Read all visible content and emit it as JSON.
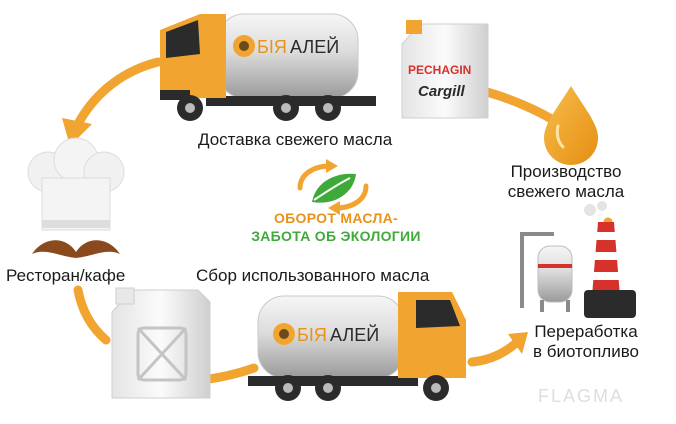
{
  "nodes": {
    "delivery": "Доставка свежего масла",
    "production_line1": "Производство",
    "production_line2": "свежего масла",
    "restaurant": "Ресторан/кафе",
    "collection": "Сбор использованного масла",
    "processing_line1": "Переработка",
    "processing_line2": "в биотопливо"
  },
  "center": {
    "line1": "ОБОРОТ МАСЛА-",
    "line2": "ЗАБОТА ОБ ЭКОЛОГИИ"
  },
  "brand": {
    "truck_logo_part1": "БІЯ",
    "truck_logo_part2": "АЛЕЙ",
    "canister_brand1": "PECHAGIN",
    "canister_brand2": "Cargill"
  },
  "watermark": "FLAGMA",
  "colors": {
    "orange": "#f2a431",
    "dark_orange": "#e8921b",
    "green": "#3faa3a",
    "red": "#d6312b",
    "dark": "#2b2b2b"
  }
}
